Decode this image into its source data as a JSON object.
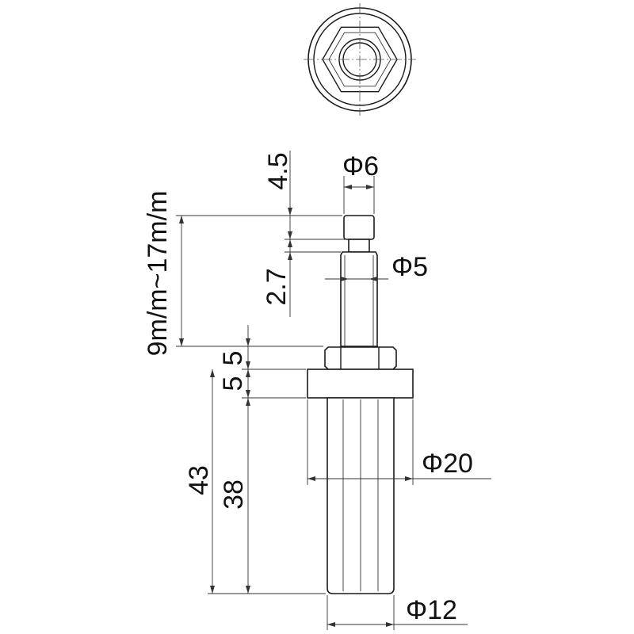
{
  "dimensions": {
    "tip_length": "4.5",
    "tip_diameter": "Φ6",
    "neck_diameter": "Φ5",
    "neck_length": "2.7",
    "adjust_range": "9m/m~17m/m",
    "nut_height": "5",
    "collar_height": "5",
    "total_height": "43",
    "body_length": "38",
    "collar_diameter": "Φ20",
    "body_diameter": "Φ12"
  }
}
